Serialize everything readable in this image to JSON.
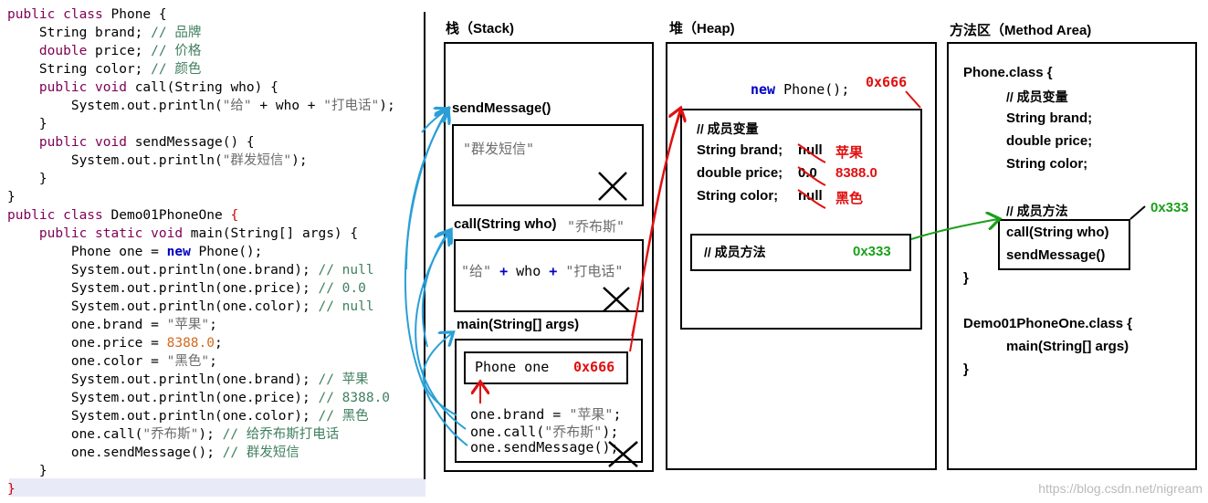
{
  "code_lines": [
    [
      [
        "kw",
        "public class "
      ],
      [
        "id",
        "Phone {"
      ]
    ],
    [
      [
        "id",
        "    String brand; "
      ],
      [
        "cm",
        "// 品牌"
      ]
    ],
    [
      [
        "kw",
        "    double "
      ],
      [
        "id",
        "price; "
      ],
      [
        "cm",
        "// 价格"
      ]
    ],
    [
      [
        "id",
        "    String color; "
      ],
      [
        "cm",
        "// 颜色"
      ]
    ],
    [
      [
        "kw",
        "    public void "
      ],
      [
        "id",
        "call(String who) {"
      ]
    ],
    [
      [
        "id",
        "        System.out.println("
      ],
      [
        "st",
        "\"给\""
      ],
      [
        "id",
        " + who + "
      ],
      [
        "st",
        "\"打电话\""
      ],
      [
        "id",
        ");"
      ]
    ],
    [
      [
        "id",
        "    }"
      ]
    ],
    [
      [
        "kw",
        "    public void "
      ],
      [
        "id",
        "sendMessage() {"
      ]
    ],
    [
      [
        "id",
        "        System.out.println("
      ],
      [
        "st",
        "\"群发短信\""
      ],
      [
        "id",
        ");"
      ]
    ],
    [
      [
        "id",
        "    }"
      ]
    ],
    [
      [
        "id",
        "}"
      ]
    ],
    [
      [
        "kw",
        "public class "
      ],
      [
        "id",
        "Demo01PhoneOne "
      ],
      [
        "red",
        "{"
      ]
    ],
    [
      [
        "kw",
        "    public static void "
      ],
      [
        "id",
        "main(String[] args) {"
      ]
    ],
    [
      [
        "id",
        "        Phone one = "
      ],
      [
        "kb",
        "new"
      ],
      [
        "id",
        " Phone();"
      ]
    ],
    [
      [
        "id",
        "        System.out.println(one.brand); "
      ],
      [
        "cm",
        "// null"
      ]
    ],
    [
      [
        "id",
        "        System.out.println(one.price); "
      ],
      [
        "cm",
        "// 0.0"
      ]
    ],
    [
      [
        "id",
        "        System.out.println(one.color); "
      ],
      [
        "cm",
        "// null"
      ]
    ],
    [
      [
        "id",
        "        one.brand = "
      ],
      [
        "st",
        "\"苹果\""
      ],
      [
        "id",
        ";"
      ]
    ],
    [
      [
        "id",
        "        one.price = "
      ],
      [
        "nm",
        "8388.0"
      ],
      [
        "id",
        ";"
      ]
    ],
    [
      [
        "id",
        "        one.color = "
      ],
      [
        "st",
        "\"黑色\""
      ],
      [
        "id",
        ";"
      ]
    ],
    [
      [
        "id",
        "        System.out.println(one.brand); "
      ],
      [
        "cm",
        "// 苹果"
      ]
    ],
    [
      [
        "id",
        "        System.out.println(one.price); "
      ],
      [
        "cm",
        "// 8388.0"
      ]
    ],
    [
      [
        "id",
        "        System.out.println(one.color); "
      ],
      [
        "cm",
        "// 黑色"
      ]
    ],
    [
      [
        "id",
        "        one.call("
      ],
      [
        "st",
        "\"乔布斯\""
      ],
      [
        "id",
        "); "
      ],
      [
        "cm",
        "// 给乔布斯打电话"
      ]
    ],
    [
      [
        "id",
        "        one.sendMessage(); "
      ],
      [
        "cm",
        "// 群发短信"
      ]
    ],
    [
      [
        "id",
        "    }"
      ]
    ],
    [
      [
        "red",
        "}"
      ]
    ]
  ],
  "stack": {
    "title": "栈（Stack)",
    "send_frame": {
      "label": "sendMessage()",
      "code": "\"群发短信\""
    },
    "call_frame": {
      "label": "call(String who)",
      "arg": "\"乔布斯\"",
      "code_a": "\"给\"",
      "code_op1": " + ",
      "code_b": "who",
      "code_op2": " + ",
      "code_c": "\"打电话\""
    },
    "main_frame": {
      "label": "main(String[] args)",
      "var": "Phone  one",
      "addr": "0x666",
      "line1_a": "one.brand = ",
      "line1_b": "\"苹果\"",
      "line1_c": ";",
      "line2_a": "one.call(",
      "line2_b": "\"乔布斯\"",
      "line2_c": ");",
      "line3": "one.sendMessage();"
    }
  },
  "heap": {
    "title": "堆（Heap)",
    "new_kw": "new",
    "new_rest": " Phone();",
    "addr": "0x666",
    "fields_title": "// 成员变量",
    "fields": [
      {
        "decl": "String brand;",
        "old": "null",
        "new": "苹果"
      },
      {
        "decl": "double price;",
        "old": "0.0",
        "new": "8388.0"
      },
      {
        "decl": "String color;",
        "old": "null",
        "new": "黑色"
      }
    ],
    "methods_title": "// 成员方法",
    "methods_addr": "0x333"
  },
  "method_area": {
    "title": "方法区（Method Area)",
    "phone_class": "Phone.class {",
    "fields_title": "// 成员变量",
    "fields": [
      "String brand;",
      "double price;",
      "String color;"
    ],
    "methods_title": "// 成员方法",
    "methods": [
      "call(String who)",
      "sendMessage()"
    ],
    "methods_addr": "0x333",
    "close1": "}",
    "demo_class": "Demo01PhoneOne.class {",
    "demo_main": "main(String[] args)",
    "close2": "}"
  },
  "watermark": "https://blog.csdn.net/nigream",
  "colors": {
    "red": "#e01010",
    "green": "#1aa01a",
    "blue_arrow": "#2a9fd6"
  }
}
